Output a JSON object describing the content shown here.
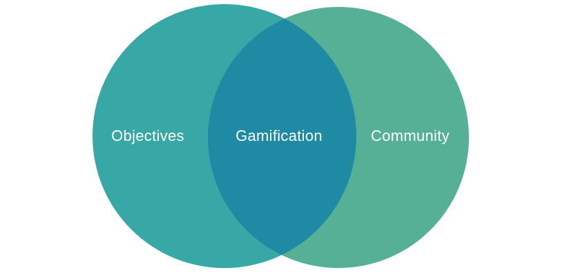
{
  "diagram": {
    "type": "venn",
    "labels": {
      "left": "Objectives",
      "center": "Gamification",
      "right": "Community"
    },
    "colors": {
      "left": "#37a8a6",
      "right": "#55b095",
      "overlap": "#1e8aa4",
      "text": "#ffffff",
      "background": "#ffffff"
    }
  }
}
